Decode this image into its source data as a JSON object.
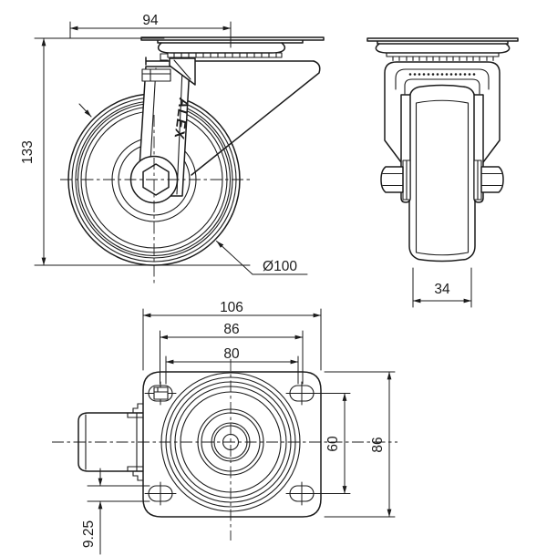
{
  "drawing": {
    "background": "#ffffff",
    "line_color": "#1b1b1b",
    "brand_logo": "ALEX",
    "front_view": {
      "dim_swivel_radius": "94",
      "dim_overall_height": "133",
      "dim_wheel_diameter": "Ø100"
    },
    "side_view": {
      "dim_wheel_width": "34"
    },
    "plan_view": {
      "dim_plate_length": "106",
      "dim_bolt_span_wide": "86",
      "dim_bolt_span_narrow": "80",
      "dim_bolt_span_vertical": "60",
      "dim_plate_width": "86",
      "dim_slot_width": "9.25"
    }
  }
}
